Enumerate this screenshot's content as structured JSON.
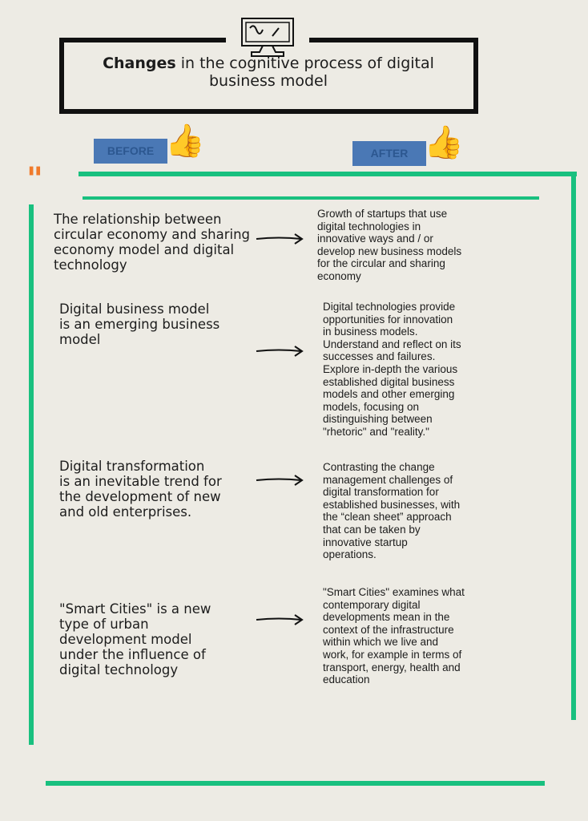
{
  "header": {
    "title_bold": "Changes",
    "title_rest_line1": " in the cognitive process of digital",
    "title_line2": "business model"
  },
  "labels": {
    "before": "BEFORE",
    "after": "AFTER"
  },
  "quote_mark": "\"",
  "colors": {
    "green": "#19c07f",
    "blue": "#4a78b5",
    "orange": "#f07a2a"
  },
  "rows": [
    {
      "before": [
        "The relationship between",
        "circular economy and sharing",
        "economy model and digital",
        "technology"
      ],
      "after": [
        "Growth of startups that use",
        "digital technologies in",
        "innovative ways and / or",
        "develop new business models",
        "for the circular and sharing",
        "economy"
      ]
    },
    {
      "before": [
        "Digital business model",
        "is an emerging business",
        "model"
      ],
      "after": [
        "Digital technologies provide",
        "opportunities for innovation",
        "in business models.",
        "Understand and reflect on its",
        "successes and failures.",
        "Explore in-depth the various",
        "established digital business",
        "models and other emerging",
        "models, focusing on",
        "distinguishing between",
        "\"rhetoric\" and \"reality.\""
      ]
    },
    {
      "before": [
        "Digital transformation",
        "is an inevitable trend for",
        "the development of new",
        "and old enterprises."
      ],
      "after": [
        "Contrasting the change",
        "management challenges of",
        "digital transformation for",
        "established businesses, with",
        "the “clean sheet” approach",
        "that can be taken by",
        "innovative startup",
        "operations."
      ]
    },
    {
      "before": [
        "\"Smart Cities\" is a new",
        "type of urban",
        "development model",
        "under the influence of",
        "digital technology"
      ],
      "after": [
        "\"Smart Cities\" examines what",
        "contemporary digital",
        "developments mean in the",
        "context of the infrastructure",
        "within which we live and",
        "work, for example in terms of",
        "transport, energy, health and",
        "education"
      ]
    }
  ]
}
